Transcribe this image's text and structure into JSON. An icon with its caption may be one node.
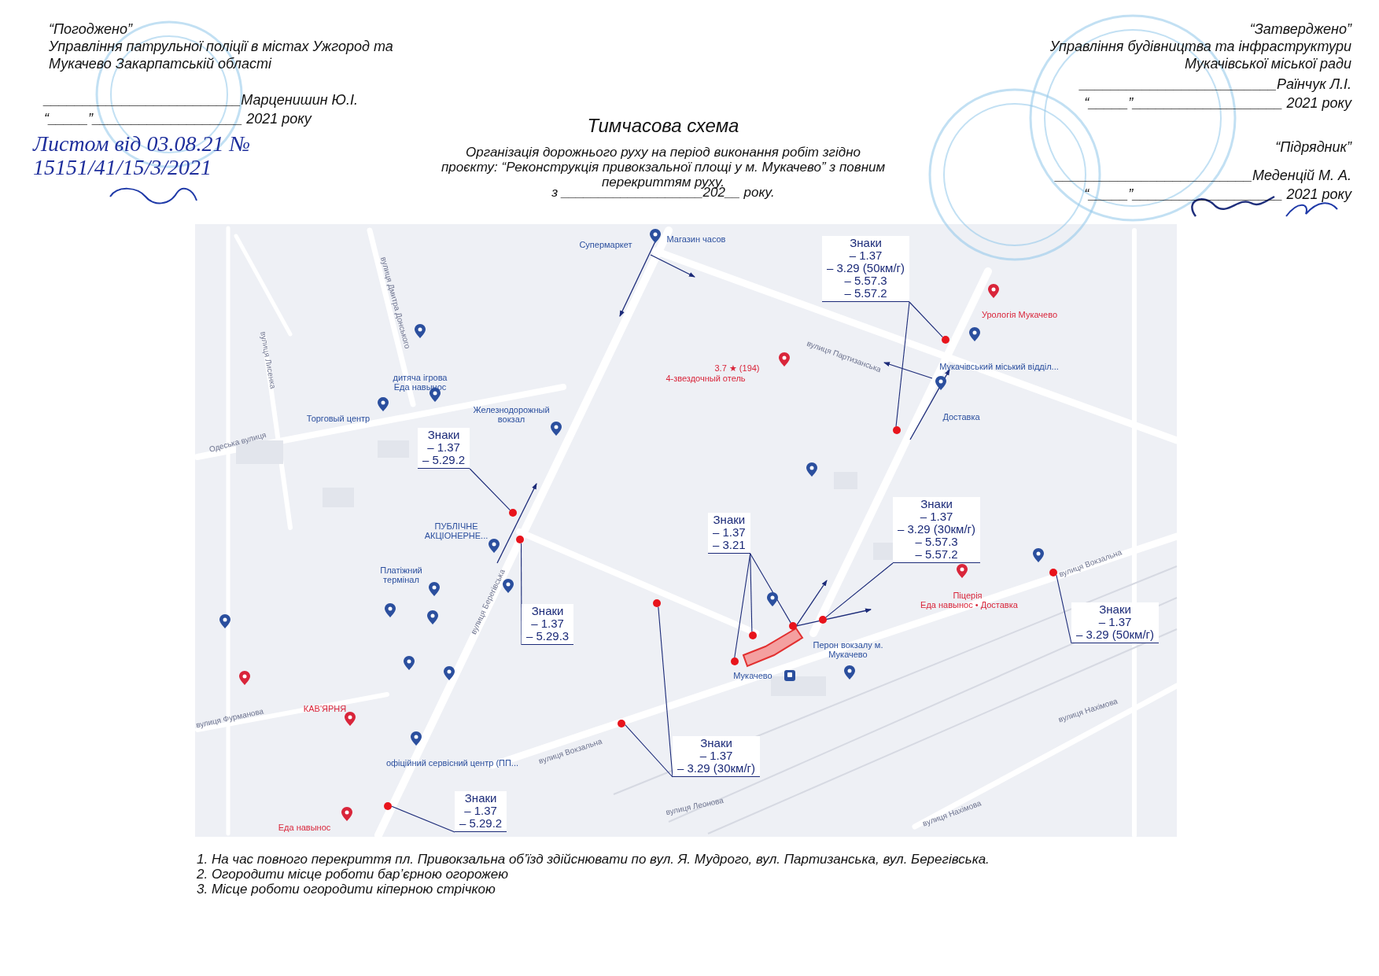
{
  "diagram": {
    "title": "Тимчасова схема",
    "nodes": [
      {
        "text": [
          "Знаки",
          "– 1.37",
          "– 3.29 (50км/г)",
          "– 5.57.3",
          "– 5.57.2"
        ]
      },
      {
        "text": [],
        "shape": "circle"
      },
      {
        "text": [],
        "shape": "circle"
      },
      {
        "text": [
          "Знаки",
          "– 1.37",
          "– 5.29.2"
        ]
      },
      {
        "text": [],
        "shape": "circle"
      },
      {
        "text": [
          "Знаки",
          "– 1.37",
          "– 3.29 (30км/г)",
          "– 5.57.3",
          "– 5.57.2"
        ]
      },
      {
        "text": [
          "Знаки",
          "– 1.37",
          "– 3.21"
        ]
      },
      {
        "text": [],
        "shape": "circle"
      },
      {
        "text": [],
        "shape": "circle"
      },
      {
        "text": [],
        "shape": "circle"
      },
      {
        "text": [],
        "shape": "circle"
      },
      {
        "text": [],
        "shape": "circle"
      },
      {
        "text": [],
        "shape": "circle"
      },
      {
        "text": [
          "Знаки",
          "– 1.37",
          "– 5.29.3"
        ]
      },
      {
        "text": [
          "Знаки",
          "– 1.37",
          "– 3.29 (50км/г)"
        ]
      },
      {
        "text": [],
        "shape": "circle"
      },
      {
        "text": [],
        "shape": "circle"
      },
      {
        "text": [
          "Знаки",
          "– 1.37",
          "– 3.29 (30км/г)"
        ]
      },
      {
        "text": [
          "Знаки",
          "– 1.37",
          "– 5.29.2"
        ]
      },
      {
        "text": [],
        "shape": "circle"
      }
    ],
    "edges": [
      {
        "from": 0,
        "to": 1,
        "arrow": "none"
      },
      {
        "from": 0,
        "to": 2,
        "arrow": "none"
      },
      {
        "from": 3,
        "to": 4,
        "arrow": "none"
      },
      {
        "from": 6,
        "to": 12,
        "arrow": "none"
      },
      {
        "from": 6,
        "to": 11,
        "arrow": "none"
      },
      {
        "from": 6,
        "to": 10,
        "arrow": "none"
      },
      {
        "from": 5,
        "to": 9,
        "arrow": "none"
      },
      {
        "from": 13,
        "to": 7,
        "arrow": "none"
      },
      {
        "from": 17,
        "to": 8,
        "arrow": "none"
      },
      {
        "from": 17,
        "to": 16,
        "arrow": "none"
      },
      {
        "from": 14,
        "to": 15,
        "arrow": "none"
      },
      {
        "from": 18,
        "to": 19,
        "arrow": "none"
      }
    ],
    "labels": [
      "“Погоджено”",
      "Управління патрульної поліції в містах Ужгород та Мукачево Закарпатській області",
      "_________________________Марценишин Ю.І.",
      "“_____”___________________ 2021 року",
      "Листом від 03.08.21 № 15151/41/15/3/2021",
      "“Затверджено”",
      "Управління будівництва та інфраструктури Мукачівської міської ради",
      "_________________________Раїнчук Л.І.",
      "“_____”___________________ 2021 року",
      "“Підрядник”",
      "_________________________Меденцій М. А.",
      "“_____”___________________ 2021 року",
      "Організація дорожнього руху на період виконання робіт згідно проєкту: “Реконструкція привокзальної площі у м. Мукачево” з повним перекриттям руху.",
      "з ___________________202__ року.",
      "Супермаркет",
      "Магазин часов",
      "вулиця Дмитра Донського",
      "вулиця Лисенка",
      "вулиця Партизанська",
      "3.7 ★ (194)",
      "4-звездочный отель",
      "Урологія Мукачево",
      "Мукачівський міський відділ...",
      "дитяча ігрова",
      "Еда навынос",
      "Торговый центр",
      "Одеська вулиця",
      "Железнодорожный вокзал",
      "Доставка",
      "ПУБЛІЧНЕ АКЦІОНЕРНЕ...",
      "Платіжний термінал",
      "вулиця Берегівська",
      "вулиця Вокзальна",
      "Піцерія",
      "Еда навынос • Доставка",
      "Перон вокзалу м. Мукачево",
      "Мукачево",
      "КАВ'ЯРНЯ",
      "вулиця Фурманова",
      "вулиця Нахімова",
      "вулиця Вокзальна",
      "офіційний сервісний центр (ПП...",
      "вулиця Леонова",
      "вулиця Нахімова",
      "Еда навынос",
      "1. На час повного перекриття пл. Привокзальна об’їзд здійснювати по вул. Я. Мудрого, вул. Партизанська, вул. Берегівська.",
      "2. Огородити місце роботи бар’єрною огорожею",
      "3. Місце роботи огородити кіперною стрічкою"
    ]
  }
}
